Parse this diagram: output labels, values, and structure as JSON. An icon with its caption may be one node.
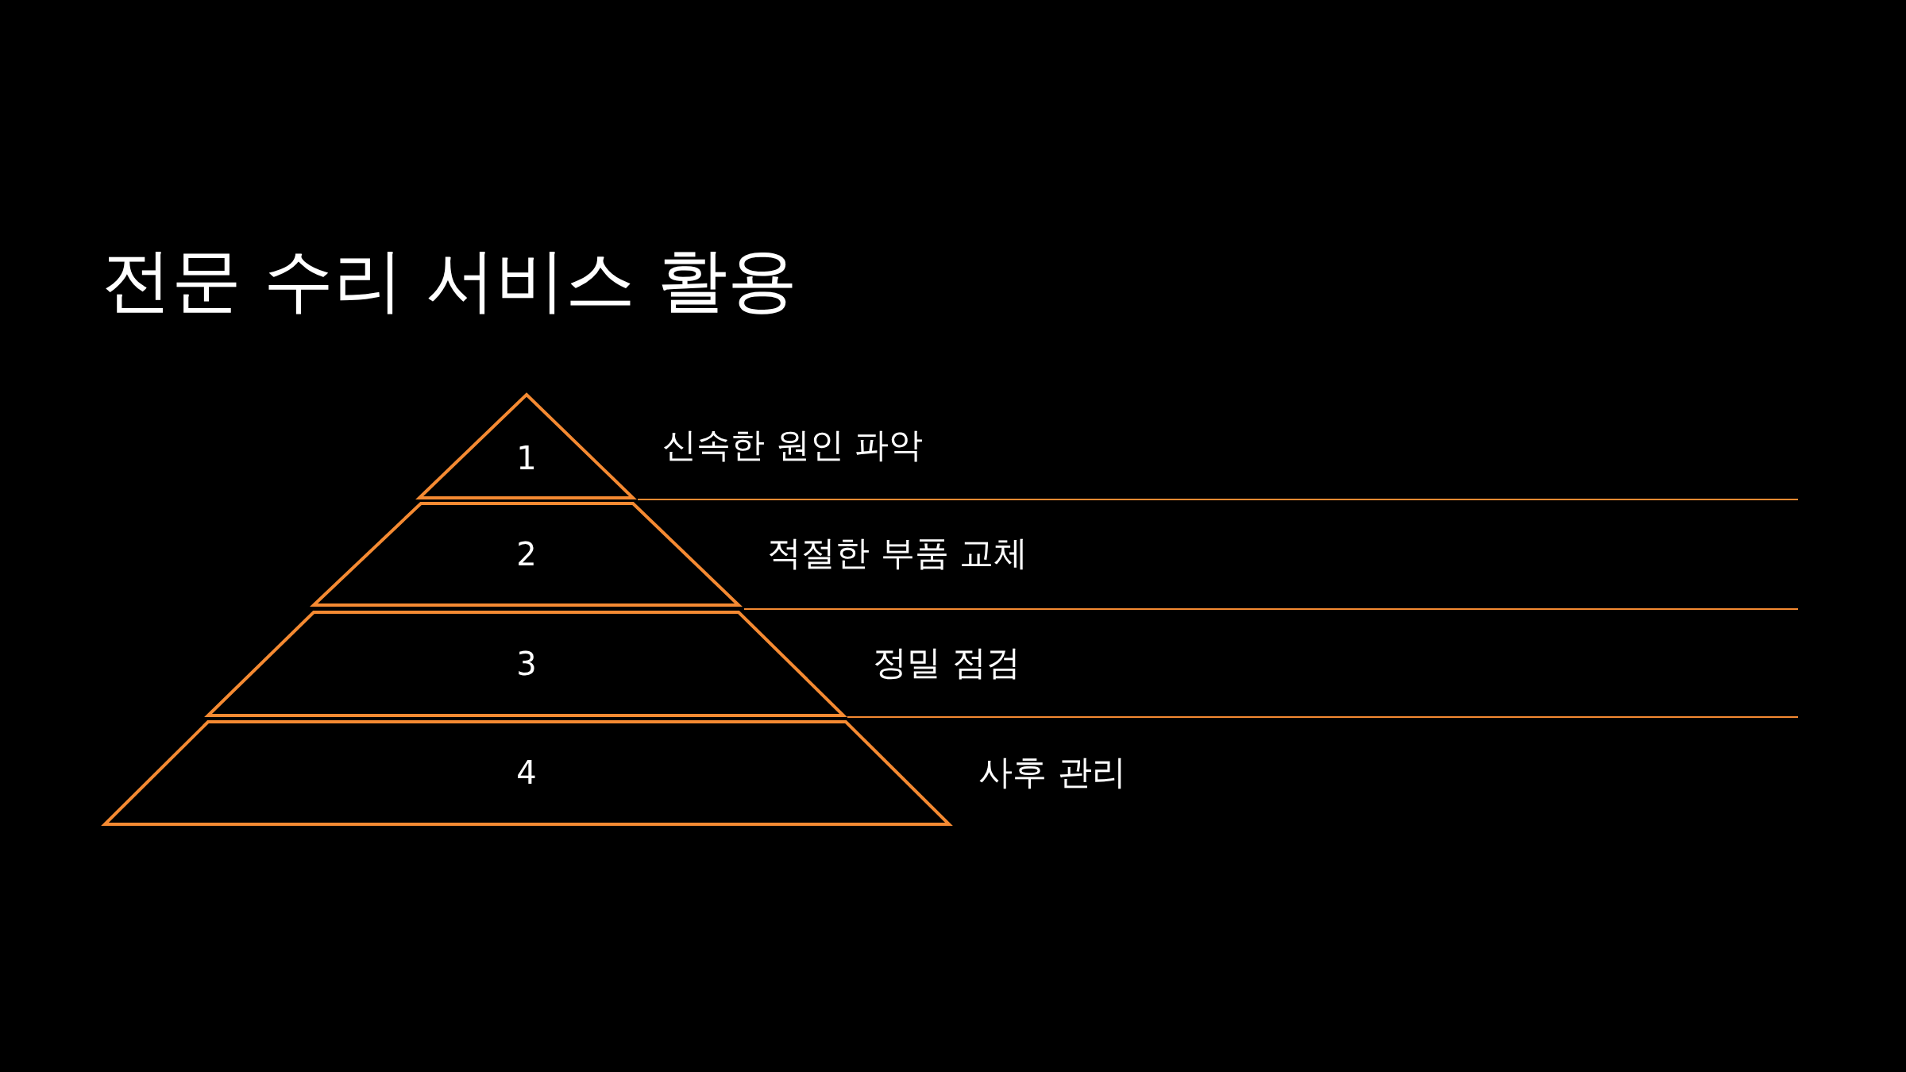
{
  "diagram": {
    "title": "전문 수리 서비스 활용",
    "nodes": [
      {
        "text": [
          "1"
        ],
        "beside": [
          "신속한 원인 파악"
        ]
      },
      {
        "text": [
          "2"
        ],
        "beside": [
          "적절한 부품 교체"
        ]
      },
      {
        "text": [
          "3"
        ],
        "beside": [
          "정밀 점검"
        ]
      },
      {
        "text": [
          "4"
        ],
        "beside": [
          "사후 관리"
        ]
      }
    ]
  }
}
